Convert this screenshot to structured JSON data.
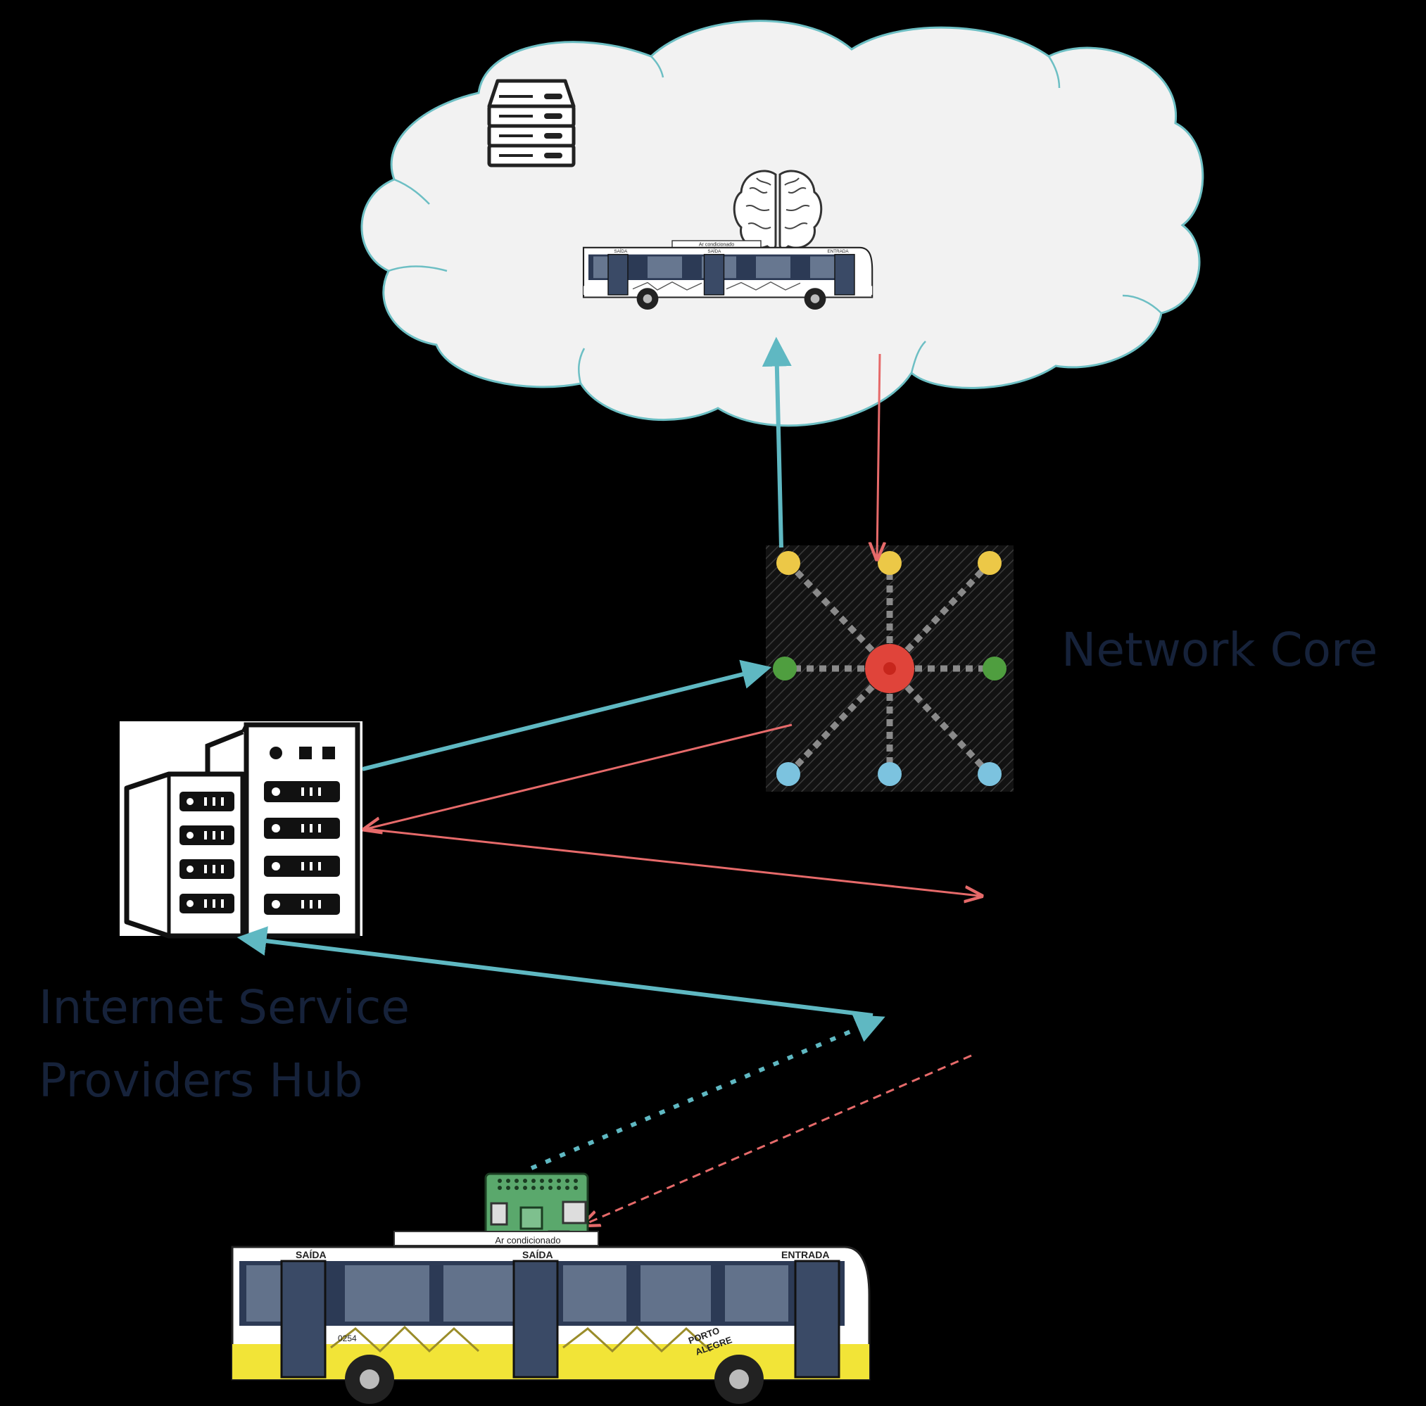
{
  "labels": {
    "network_core": "Network Core",
    "isp_line1": "Internet Service",
    "isp_line2": "Providers Hub"
  },
  "bus_text": {
    "exit": "SAÍDA",
    "entrance": "ENTRADA",
    "ac": "Ar condicionado",
    "city_line1": "PORTO",
    "city_line2": "ALEGRE",
    "fleet_no": "0254"
  },
  "colors": {
    "background": "#000000",
    "cloud_fill": "#f2f2f2",
    "cloud_stroke": "#6dbfc4",
    "uplink": "#5fb8c2",
    "downlink": "#e66a6a",
    "node_yellow": "#ecc847",
    "node_green": "#4f9e3f",
    "node_blue": "#7cc3df",
    "node_center": "#e0443a",
    "label_text": "#16223a",
    "bus_yellow": "#f2e437",
    "board_green": "#5aa86c"
  }
}
